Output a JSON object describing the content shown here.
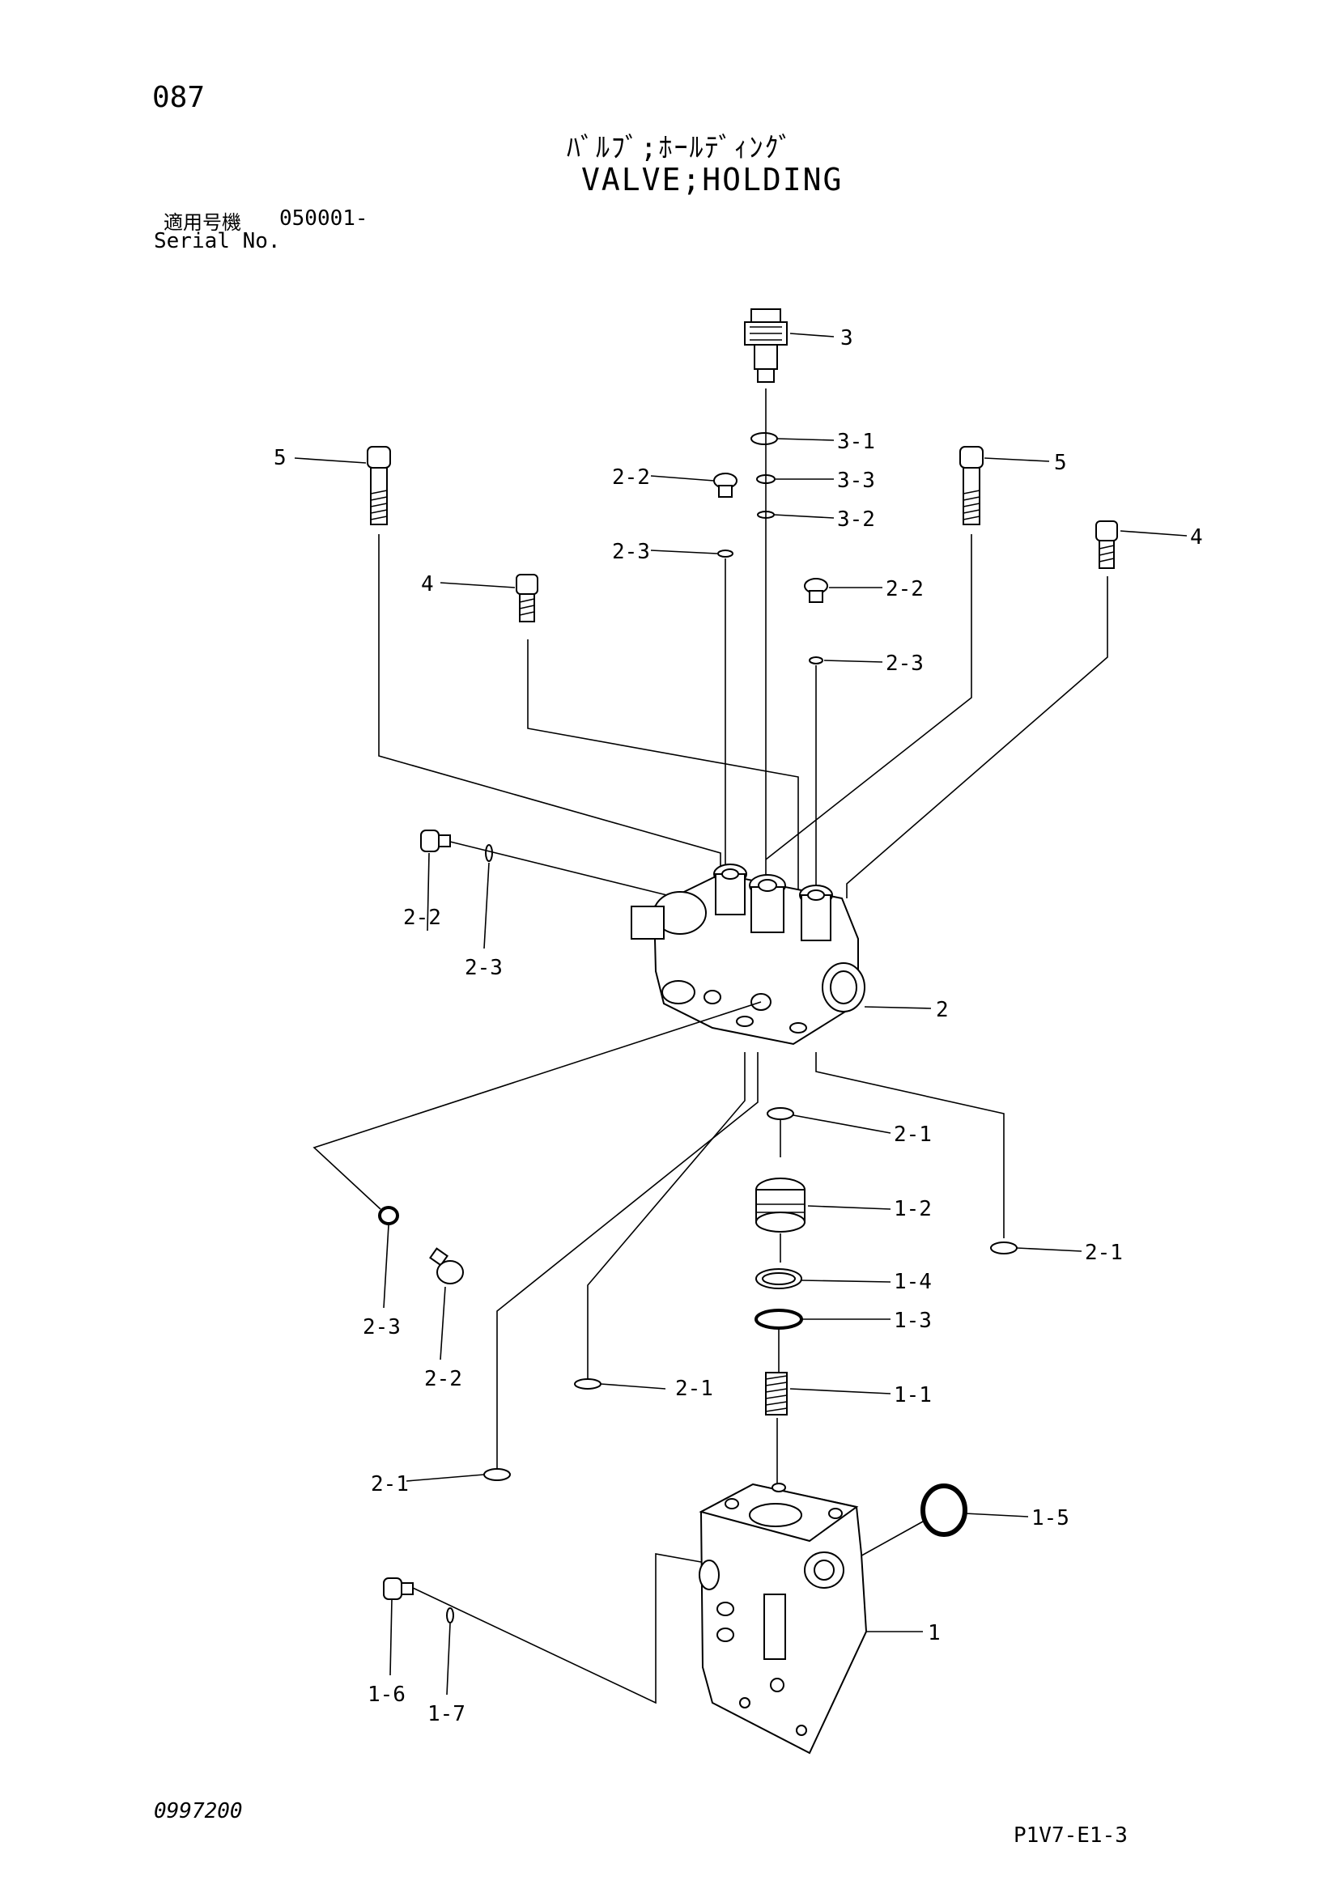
{
  "page_number": "087",
  "title_jp": "ﾊﾞﾙﾌﾞ;ﾎｰﾙﾃﾞｨﾝｸﾞ",
  "title_en": "VALVE;HOLDING",
  "serial": {
    "label_jp": "適用号機",
    "value": "050001-",
    "label_en": "Serial No."
  },
  "doc_code": "0997200",
  "sheet_code": "P1V7-E1-3",
  "callouts": {
    "c3": "3",
    "c3_1": "3-1",
    "c3_3": "3-3",
    "c3_2": "3-2",
    "c5_left": "5",
    "c5_right": "5",
    "c4_left": "4",
    "c4_right": "4",
    "c2_2_a": "2-2",
    "c2_3_a": "2-3",
    "c2_2_b": "2-2",
    "c2_3_b": "2-3",
    "c2_2_c": "2-2",
    "c2_3_c": "2-3",
    "c2": "2",
    "c2_1_a": "2-1",
    "c1_2": "1-2",
    "c2_1_b": "2-1",
    "c1_4": "1-4",
    "c1_3": "1-3",
    "c2_3_d": "2-3",
    "c2_2_d": "2-2",
    "c2_1_c": "2-1",
    "c1_1": "1-1",
    "c2_1_d": "2-1",
    "c1_5": "1-5",
    "c1": "1",
    "c1_6": "1-6",
    "c1_7": "1-7"
  }
}
